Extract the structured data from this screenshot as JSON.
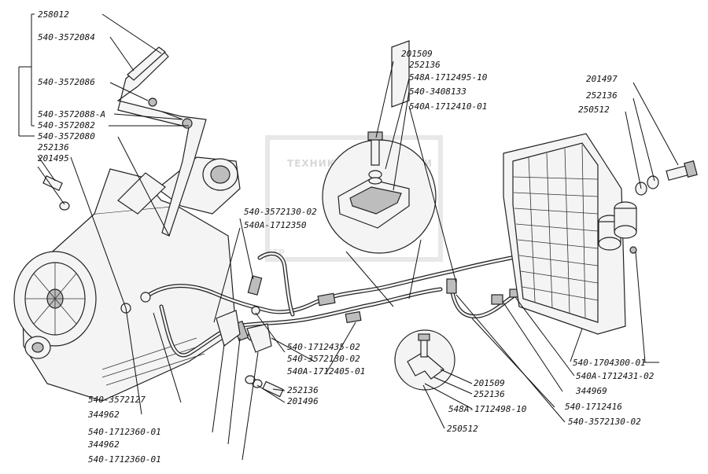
{
  "watermark": {
    "logo": "БТР",
    "text_left": "ТЕХНИКА",
    "text_right": "ЗАПЧАСТИ"
  },
  "labels": [
    {
      "id": "l1",
      "text": "258012"
    },
    {
      "id": "l2",
      "text": "540-3572084"
    },
    {
      "id": "l3",
      "text": "540-3572086"
    },
    {
      "id": "l4",
      "text": "540-3572088-А"
    },
    {
      "id": "l5",
      "text": "540-3572082"
    },
    {
      "id": "l6",
      "text": "540-3572080"
    },
    {
      "id": "l7",
      "text": "252136"
    },
    {
      "id": "l8",
      "text": "201495"
    },
    {
      "id": "l9",
      "text": "201509"
    },
    {
      "id": "l10",
      "text": "252136"
    },
    {
      "id": "l11",
      "text": "548А-1712495-10"
    },
    {
      "id": "l12",
      "text": "540-3408133"
    },
    {
      "id": "l13",
      "text": "540А-1712410-01"
    },
    {
      "id": "l14",
      "text": "201497"
    },
    {
      "id": "l15",
      "text": "252136"
    },
    {
      "id": "l16",
      "text": "250512"
    },
    {
      "id": "l17",
      "text": "540-3572130-02"
    },
    {
      "id": "l18",
      "text": "540А-1712350"
    },
    {
      "id": "l19",
      "text": "540-1712435-02"
    },
    {
      "id": "l20",
      "text": "540-3572130-02"
    },
    {
      "id": "l21",
      "text": "540А-1712405-01"
    },
    {
      "id": "l22",
      "text": "252136"
    },
    {
      "id": "l23",
      "text": "201496"
    },
    {
      "id": "l24",
      "text": "540-3572127"
    },
    {
      "id": "l25",
      "text": "344962"
    },
    {
      "id": "l26",
      "text": "540-1712360-01"
    },
    {
      "id": "l27",
      "text": "344962"
    },
    {
      "id": "l28",
      "text": "540-1712360-01"
    },
    {
      "id": "l29",
      "text": "201509"
    },
    {
      "id": "l30",
      "text": "252136"
    },
    {
      "id": "l31",
      "text": "548А-1712498-10"
    },
    {
      "id": "l32",
      "text": "250512"
    },
    {
      "id": "l33",
      "text": "540-1704300-01"
    },
    {
      "id": "l34",
      "text": "540А-1712431-02"
    },
    {
      "id": "l35",
      "text": "344969"
    },
    {
      "id": "l36",
      "text": "540-1712416"
    },
    {
      "id": "l37",
      "text": "540-3572130-02"
    }
  ]
}
